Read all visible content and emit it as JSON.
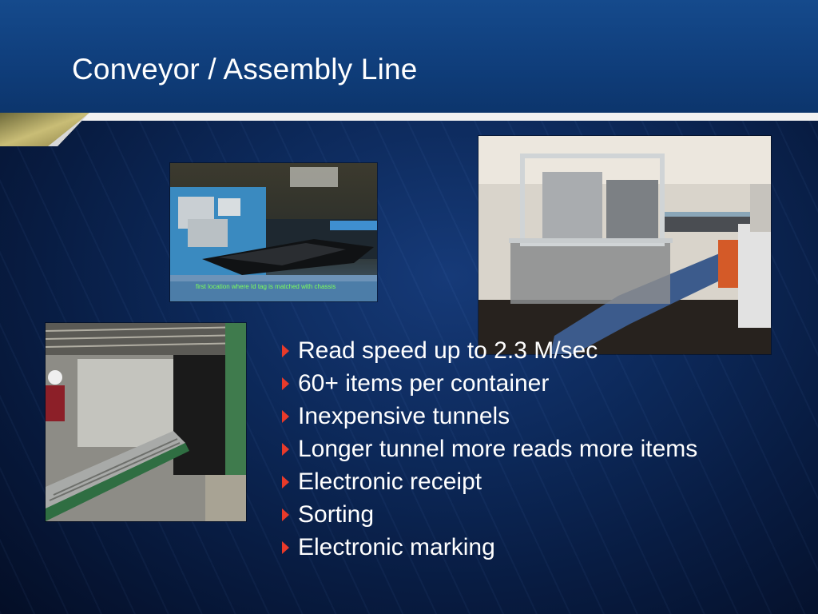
{
  "slide": {
    "title": "Conveyor / Assembly Line",
    "photos": {
      "top_left": {
        "caption": "first location where Id tag is matched with chassis"
      },
      "top_right": {},
      "bottom_left": {}
    },
    "bullets": [
      "Read speed up to 2.3 M/sec",
      "60+ items per container",
      "Inexpensive tunnels",
      "Longer tunnel more reads more items",
      "Electronic receipt",
      "Sorting",
      "Electronic marking"
    ],
    "colors": {
      "background": "#0d2a5c",
      "header": "#154a8c",
      "accent_gold": "#b8a85a",
      "bullet_arrow": "#e83a2a",
      "text": "#ffffff"
    }
  }
}
